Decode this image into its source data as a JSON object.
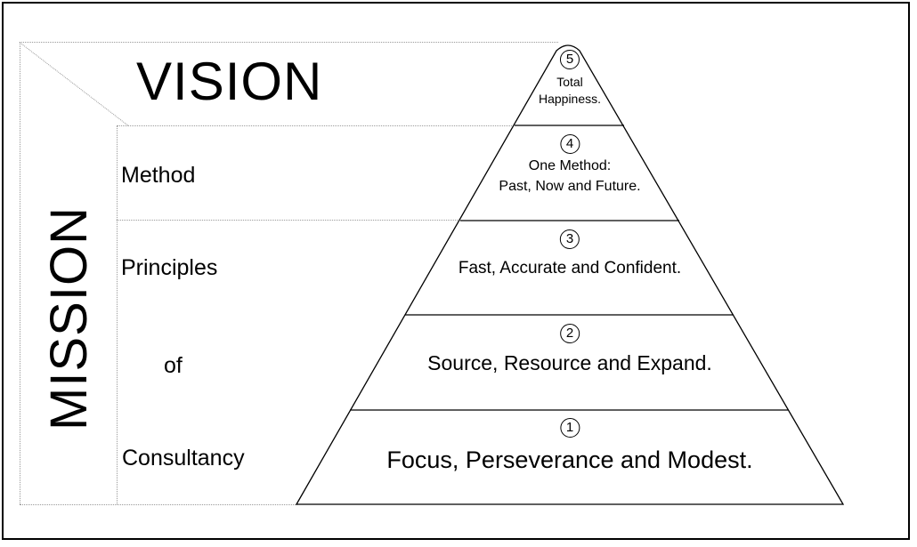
{
  "vision": {
    "title": "VISION"
  },
  "mission": {
    "title": "MISSION",
    "labels": [
      "Method",
      "Principles",
      "of",
      "Consultancy"
    ]
  },
  "tiers": [
    {
      "number": "1",
      "lines": [
        "Focus, Perseverance and Modest."
      ]
    },
    {
      "number": "2",
      "lines": [
        "Source, Resource and Expand."
      ]
    },
    {
      "number": "3",
      "lines": [
        "Fast, Accurate and Confident."
      ]
    },
    {
      "number": "4",
      "lines": [
        "One Method:",
        "Past, Now and Future."
      ]
    },
    {
      "number": "5",
      "lines": [
        "Total",
        "Happiness."
      ]
    }
  ]
}
